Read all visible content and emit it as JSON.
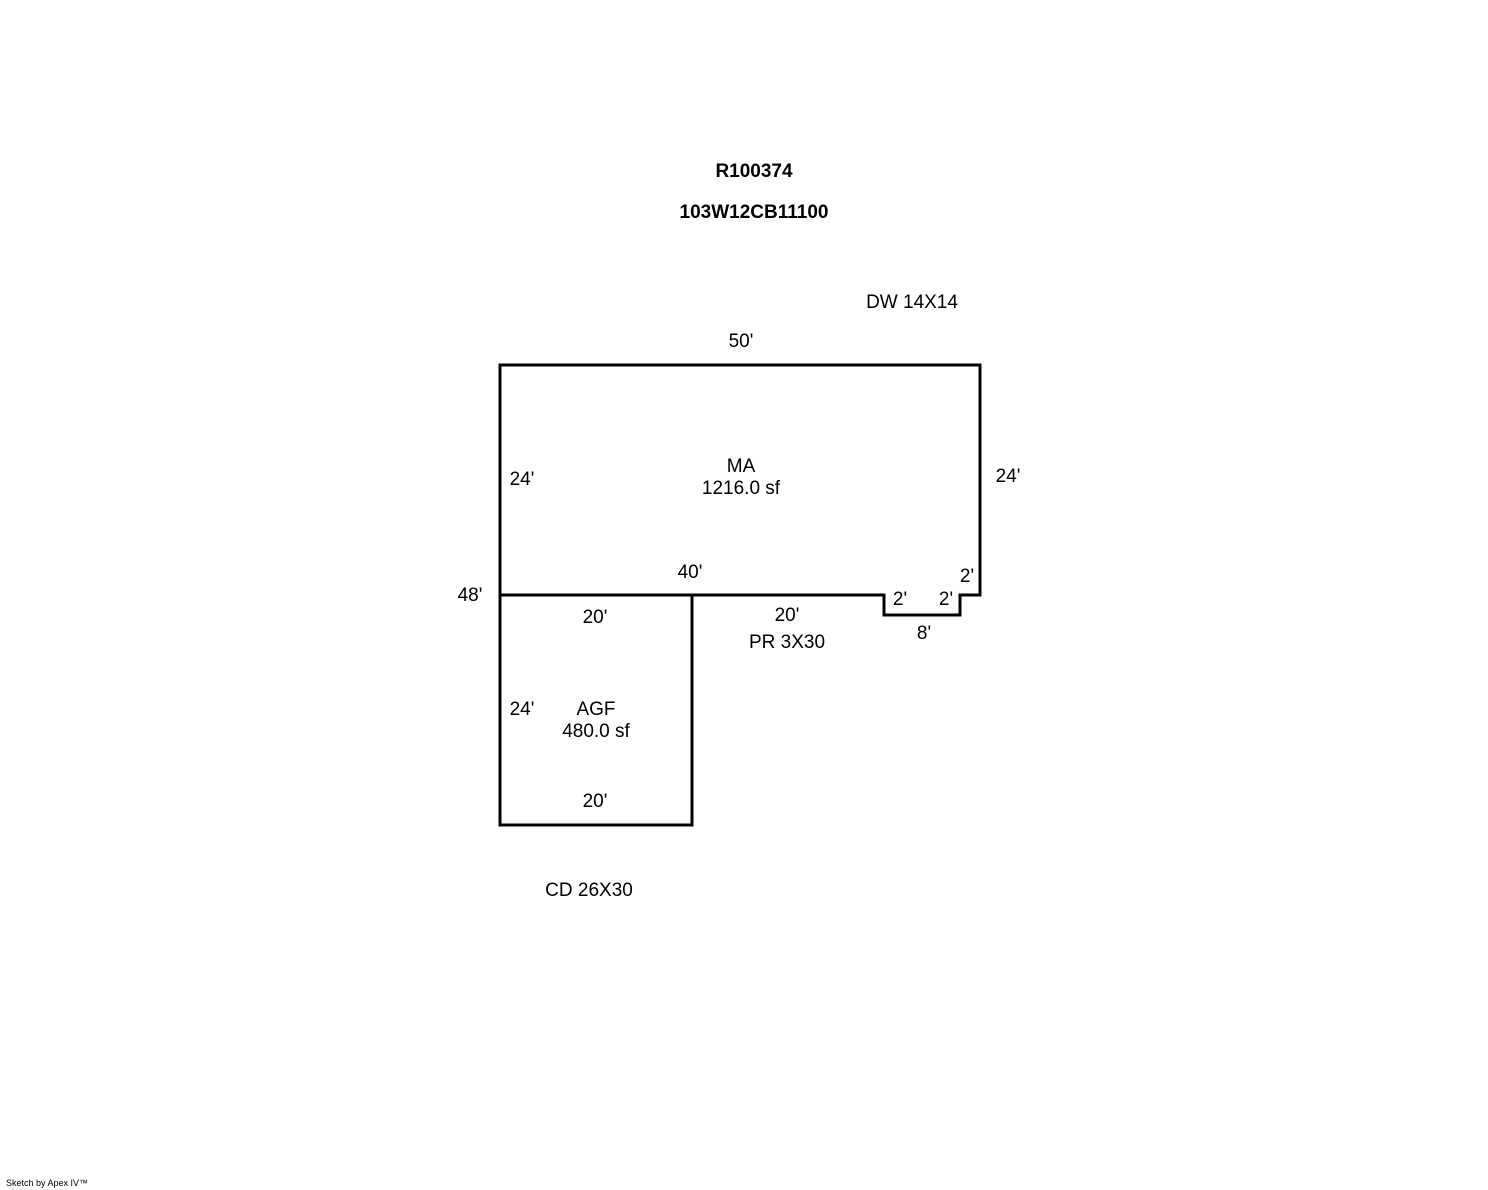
{
  "header": {
    "parcel_id": "R100374",
    "map_number": "103W12CB11100"
  },
  "labels": {
    "dw": "DW 14X14",
    "pr": "PR 3X30",
    "cd": "CD 26X30"
  },
  "areas": {
    "ma": {
      "name": "MA",
      "area": "1216.0 sf"
    },
    "agf": {
      "name": "AGF",
      "area": "480.0 sf"
    }
  },
  "dimensions": {
    "ma_top": "50'",
    "ma_left": "24'",
    "ma_right": "24'",
    "ma_bottom": "40'",
    "overall_left": "48'",
    "step_right": "2'",
    "bump_left": "2'",
    "bump_right": "2'",
    "bump_bottom": "8'",
    "pr_length": "20'",
    "agf_top": "20'",
    "agf_left": "24'",
    "agf_bottom": "20'"
  },
  "footer": "Sketch by Apex IV™"
}
